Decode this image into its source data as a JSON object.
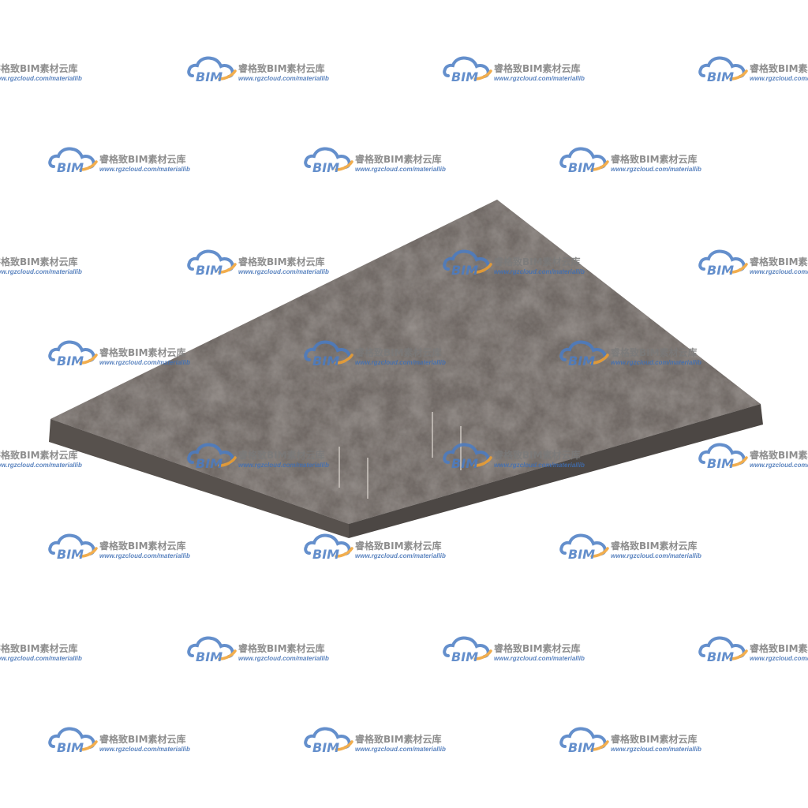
{
  "watermark": {
    "title": "睿格致BIM素材云库",
    "url": "www.rgzcloud.com/materiallib",
    "logo_text": "BIM",
    "logo_icon": "cloud-icon",
    "colors": {
      "logo_blue": "#4a7cc4",
      "logo_orange": "#f0a030",
      "title_gray": "#7a7a7a",
      "url_blue": "#3f6fb5"
    }
  },
  "slab": {
    "material": "concrete",
    "colors": {
      "top": "#6f6864",
      "edge_front": "#5a5450",
      "edge_side": "#4e4946"
    }
  }
}
